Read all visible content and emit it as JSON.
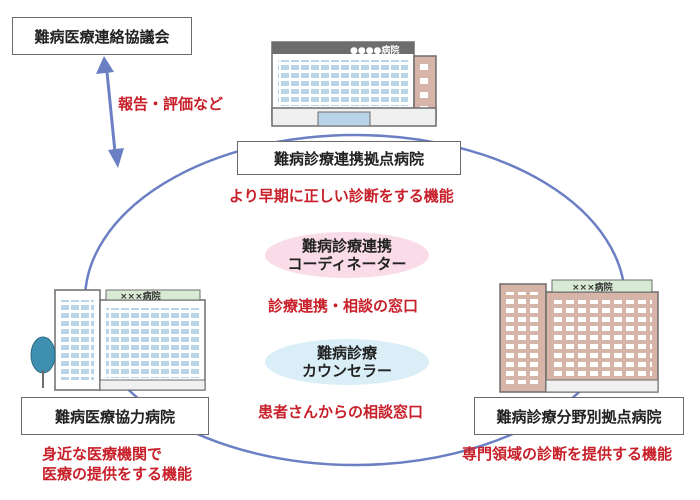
{
  "council": {
    "label": "難病医療連絡協議会"
  },
  "arrow": {
    "label": "報告・評価など"
  },
  "hub": {
    "label": "難病診療連携拠点病院",
    "sign": "●●●●病院",
    "function": "より早期に正しい診断をする機能"
  },
  "coordinator": {
    "line1": "難病診療連携",
    "line2": "コーディネーター",
    "caption": "診療連携・相談の窓口"
  },
  "counselor": {
    "line1": "難病診療",
    "line2": "カウンセラー",
    "caption": "患者さんからの相談窓口"
  },
  "cooperation": {
    "label": "難病医療協力病院",
    "sign": "×××病院",
    "function_line1": "身近な医療機関で",
    "function_line2": "医療の提供をする機能"
  },
  "specialty": {
    "label": "難病診療分野別拠点病院",
    "sign": "×××病院",
    "function": "専門領域の診断を提供する機能"
  },
  "colors": {
    "circle": "#6b7fc4",
    "arrow": "#6b7fc4",
    "caption_red": "#c8202a",
    "coordinator_oval": "#f9dce8",
    "counselor_oval": "#d9eef6",
    "building_blue": "#b9d4e6",
    "building_pink": "#d6b4a8"
  }
}
